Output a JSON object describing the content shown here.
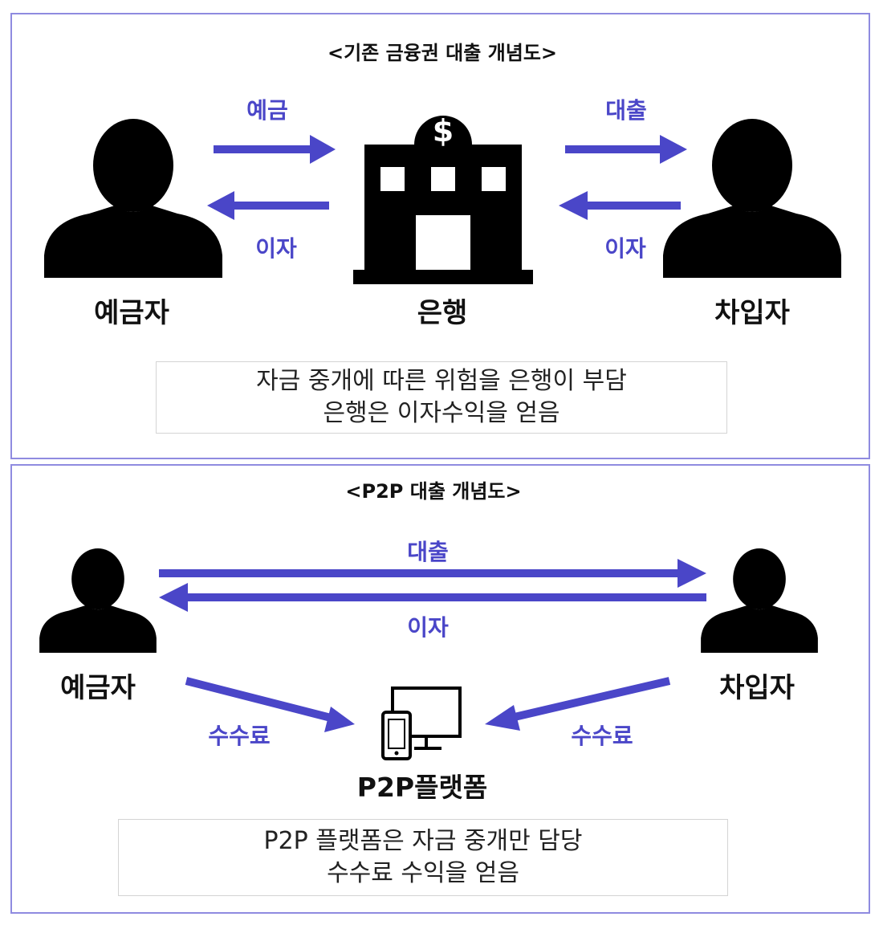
{
  "top": {
    "title": "<기존 금융권 대출 개념도>",
    "depositor_label": "예금자",
    "bank_label": "은행",
    "borrower_label": "차입자",
    "bank_sign": "$",
    "flows": {
      "deposit": "예금",
      "interest_left": "이자",
      "loan": "대출",
      "interest_right": "이자"
    },
    "note_lines": [
      "자금 중개에 따른 위험을 은행이 부담",
      "은행은 이자수익을 얻음"
    ]
  },
  "bottom": {
    "title": "<P2P 대출 개념도>",
    "depositor_label": "예금자",
    "borrower_label": "차입자",
    "platform_label": "P2P플랫폼",
    "flows": {
      "loan": "대출",
      "interest": "이자",
      "fee_left": "수수료",
      "fee_right": "수수료"
    },
    "note_lines": [
      "P2P 플랫폼은 자금 중개만 담당",
      "수수료 수익을 얻음"
    ]
  },
  "colors": {
    "arrow": "#4a46c8",
    "border": "#8f8be0",
    "icon": "#000000"
  },
  "icons": [
    "person-icon",
    "bank-building-icon",
    "devices-icon"
  ]
}
